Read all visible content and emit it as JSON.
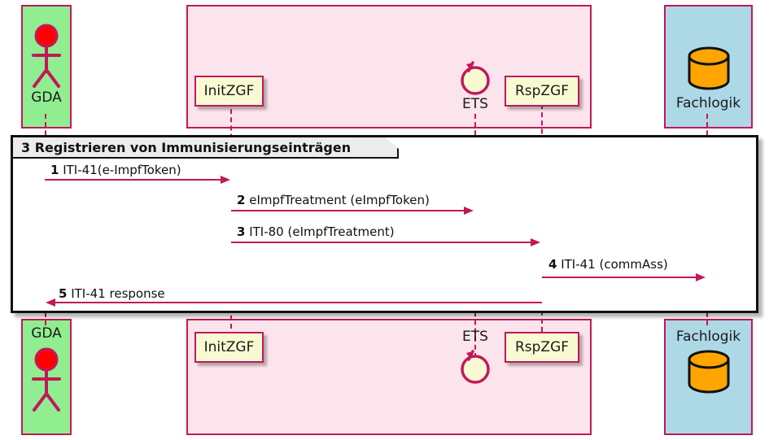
{
  "diagram": {
    "type": "uml-sequence-diagram",
    "frame_title": "3 Registrieren von Immunisierungseinträgen",
    "colors": {
      "accent": "#C2185B",
      "actor_group": "#90EE90",
      "system_group": "#FCE4EC",
      "backend_group": "#ADD8E6",
      "name_box": "#FAFAD2",
      "database": "#FFA500",
      "actor_head": "#FF0000",
      "frame_border": "#111111",
      "title_bg": "#ECECEC"
    }
  },
  "participants": [
    {
      "id": "gda",
      "label": "GDA",
      "icon": "actor-stickfigure-icon",
      "style": "actor"
    },
    {
      "id": "initzgf",
      "label": "InitZGF",
      "icon": "component-box-icon",
      "style": "box"
    },
    {
      "id": "ets",
      "label": "ETS",
      "icon": "control-circle-icon",
      "style": "control"
    },
    {
      "id": "rspzgf",
      "label": "RspZGF",
      "icon": "component-box-icon",
      "style": "box"
    },
    {
      "id": "fachlogik",
      "label": "Fachlogik",
      "icon": "database-cylinder-icon",
      "style": "database"
    }
  ],
  "messages": [
    {
      "num": "1",
      "text": "ITI-41(e-ImpfToken)",
      "from": "gda",
      "to": "initzgf",
      "direction": "right"
    },
    {
      "num": "2",
      "text": "eImpfTreatment (eImpfToken)",
      "from": "initzgf",
      "to": "ets",
      "direction": "right"
    },
    {
      "num": "3",
      "text": "ITI-80 (eImpfTreatment)",
      "from": "initzgf",
      "to": "rspzgf",
      "direction": "right"
    },
    {
      "num": "4",
      "text": "ITI-41 (commAss)",
      "from": "rspzgf",
      "to": "fachlogik",
      "direction": "right"
    },
    {
      "num": "5",
      "text": "ITI-41 response",
      "from": "rspzgf",
      "to": "gda",
      "direction": "left"
    }
  ]
}
